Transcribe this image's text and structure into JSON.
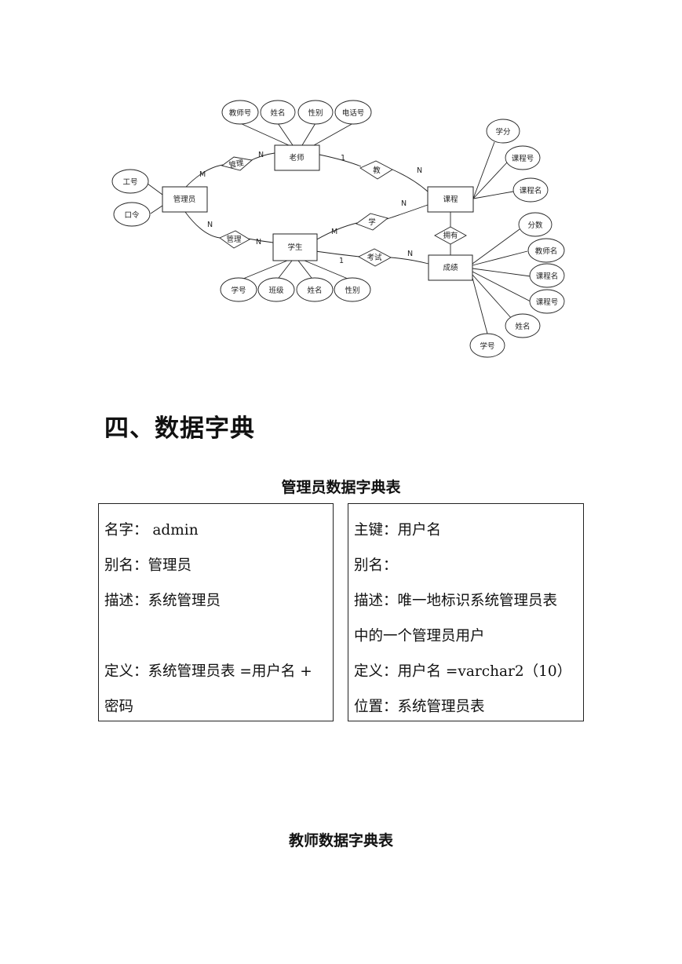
{
  "er": {
    "entities": {
      "admin": "管理员",
      "teacher": "老师",
      "student": "学生",
      "course": "课程",
      "grade": "成绩"
    },
    "relationships": {
      "manage_teacher": "管理",
      "manage_student": "管理",
      "teach": "教",
      "learn": "学",
      "has": "拥有",
      "exam": "考试"
    },
    "attributes": {
      "admin_id": "工号",
      "admin_pwd": "口令",
      "teacher_id": "教师号",
      "teacher_name": "姓名",
      "teacher_gender": "性别",
      "teacher_phone": "电话号",
      "course_credit": "学分",
      "course_no": "课程号",
      "course_name": "课程名",
      "grade_score": "分数",
      "grade_teacher": "教师名",
      "grade_course_name": "课程名",
      "grade_course_no": "课程号",
      "grade_name": "姓名",
      "grade_student_no": "学号",
      "student_no": "学号",
      "student_class": "班级",
      "student_name": "姓名",
      "student_gender": "性别"
    },
    "cardinalities": {
      "admin_manage_teacher": "M",
      "manage_teacher_teacher": "N",
      "admin_manage_student": "N",
      "manage_student_student": "N",
      "teacher_teach": "1",
      "teach_course": "N",
      "student_learn": "M",
      "learn_course": "N",
      "student_exam": "1",
      "exam_grade": "N"
    }
  },
  "section": {
    "heading": "四、数据字典"
  },
  "admin_table": {
    "title": "管理员数据字典表",
    "left": {
      "name": "名字： admin",
      "alias": "别名：管理员",
      "desc": "描述：系统管理员",
      "def_line1": "定义：系统管理员表 =用户名 +",
      "def_line2": "密码"
    },
    "right": {
      "key": "主键：用户名",
      "alias": "别名：",
      "desc_line1": "描述：唯一地标识系统管理员表",
      "desc_line2": "中的一个管理员用户",
      "def": "定义：用户名 =varchar2（10）",
      "location": "位置：系统管理员表"
    }
  },
  "teacher_table": {
    "title": "教师数据字典表"
  }
}
